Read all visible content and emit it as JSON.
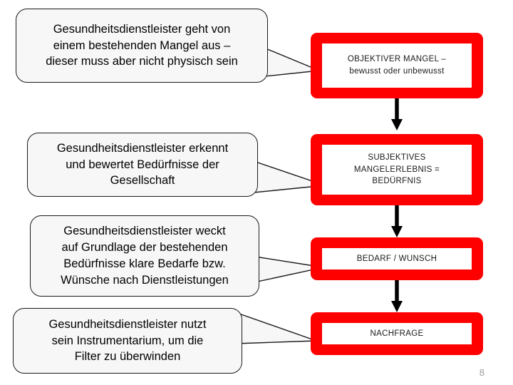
{
  "slide": {
    "page_number": "8",
    "background_color": "#ffffff",
    "accent_color": "#ff0000",
    "bubble_fill": "#f7f7f7",
    "bubble_stroke": "#1a1a1a",
    "arrow_color": "#000000",
    "page_number_color": "#9a9a9a"
  },
  "callouts": [
    {
      "id": "callout-mangel",
      "text": "Gesundheitsdienstleister geht von\neinem bestehenden Mangel aus –\ndieser muss aber nicht physisch sein"
    },
    {
      "id": "callout-bedurfnisse",
      "text": "Gesundheitsdienstleister erkennt\nund bewertet Bedürfnisse der\nGesellschaft"
    },
    {
      "id": "callout-bedarfe",
      "text": "Gesundheitsdienstleister weckt\nauf Grundlage der bestehenden\nBedürfnisse klare Bedarfe bzw.\nWünsche nach Dienstleistungen"
    },
    {
      "id": "callout-filter",
      "text": "Gesundheitsdienstleister nutzt\nsein Instrumentarium, um die\nFilter zu überwinden"
    }
  ],
  "process_boxes": [
    {
      "id": "box-objektiver-mangel",
      "text": "OBJEKTIVER MANGEL –\nbewusst oder unbewusst"
    },
    {
      "id": "box-subjektives-mangelerlebnis",
      "text": "SUBJEKTIVES\nMANGELERLEBNIS =\nBEDÜRFNIS"
    },
    {
      "id": "box-bedarf-wunsch",
      "text": "BEDARF / WUNSCH"
    },
    {
      "id": "box-nachfrage",
      "text": "NACHFRAGE"
    }
  ]
}
